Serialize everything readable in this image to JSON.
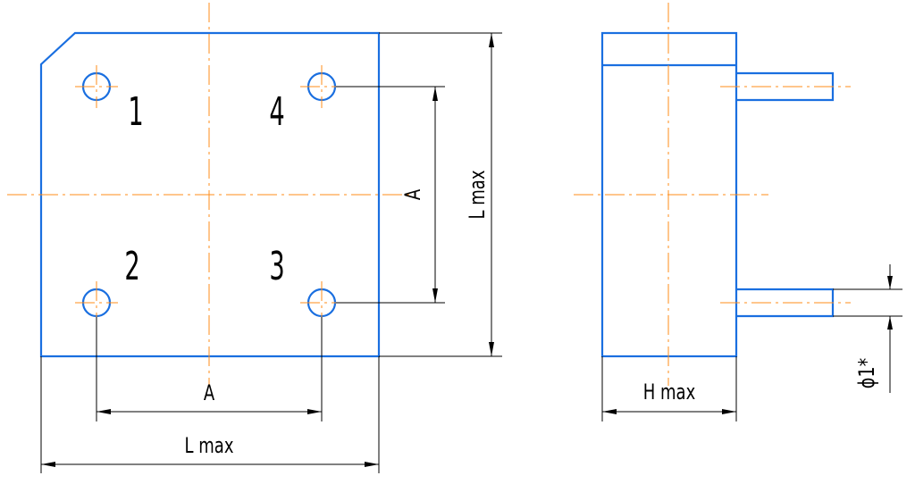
{
  "front_view": {
    "pin_labels": [
      "1",
      "4",
      "2",
      "3"
    ],
    "dim_pitch_horizontal": "A",
    "dim_pitch_vertical": "A",
    "dim_length_horizontal": "L max",
    "dim_length_vertical": "L max"
  },
  "side_view": {
    "dim_height": "H max",
    "dim_pin_diameter": "ϕ1*"
  },
  "colors": {
    "outline": "#1a6fe0",
    "centerline": "#ff8c1a",
    "dimension": "#000000"
  }
}
